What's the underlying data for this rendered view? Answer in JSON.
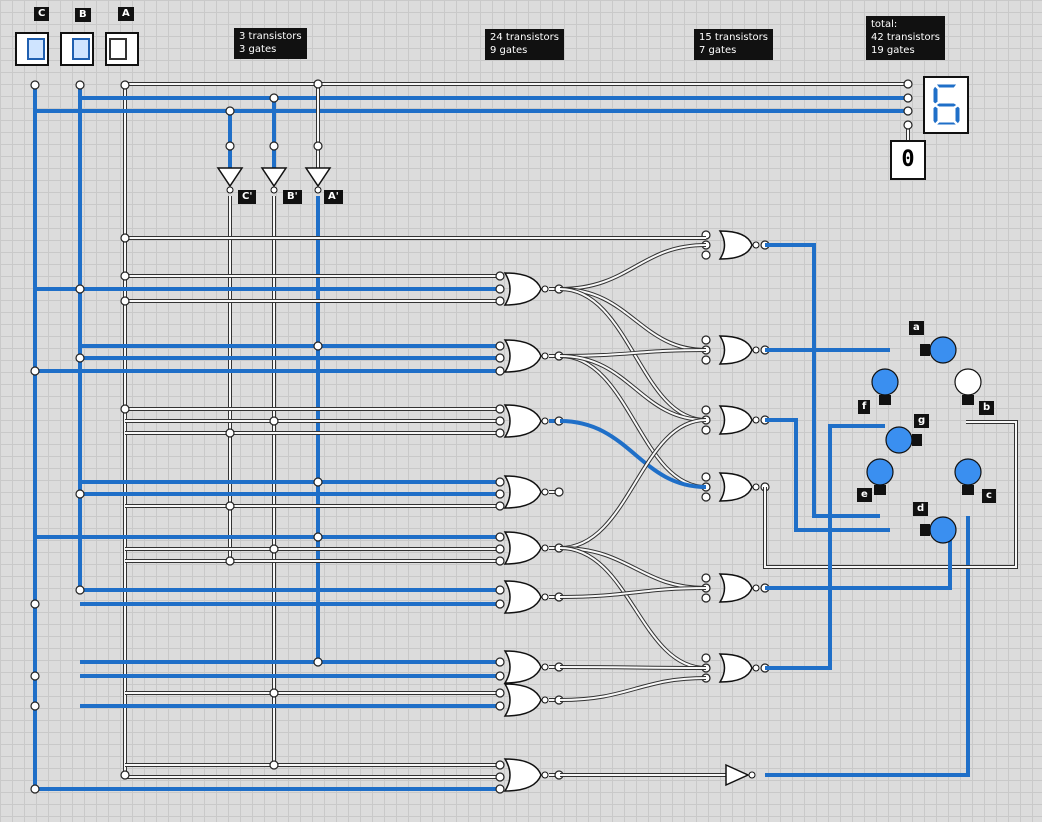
{
  "inputs": {
    "c_label": "C",
    "b_label": "B",
    "a_label": "A"
  },
  "info": {
    "group1": "3 transistors\n3 gates",
    "group2": "24 transistors\n9 gates",
    "group3": "15 transistors\n7 gates",
    "total": "total:\n42 transistors\n19 gates"
  },
  "inverter_labels": [
    "C'",
    "B'",
    "A'"
  ],
  "segment_display_value": "6",
  "digit_display_value": "0",
  "segment_labels": [
    "a",
    "b",
    "c",
    "d",
    "e",
    "f",
    "g"
  ],
  "colors": {
    "wire_on": "#1f6fc8",
    "wire_off": "#f8f8f8",
    "bulb_on": "#3a8ff0"
  }
}
